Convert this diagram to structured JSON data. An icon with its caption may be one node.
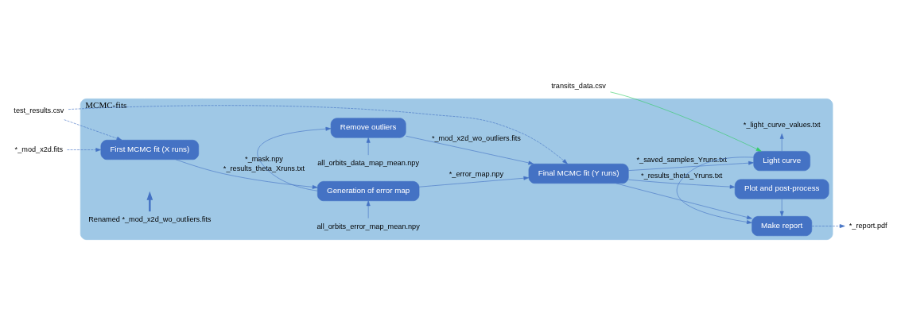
{
  "diagram": {
    "nodes": [
      {
        "text": [
          "MCMC-fits"
        ]
      },
      {
        "text": [
          "*_mod_x2d.fits"
        ]
      },
      {
        "text": [
          "test_results.csv"
        ]
      },
      {
        "text": [
          "transits_data.csv"
        ]
      },
      {
        "text": [
          "First MCMC fit (X runs)"
        ],
        "in": 0
      },
      {
        "text": [
          "Generation of error map"
        ],
        "in": 0
      },
      {
        "text": [
          "Remove outliers"
        ],
        "in": 0
      },
      {
        "text": [
          "Final MCMC fit (Y runs)"
        ],
        "in": 0
      },
      {
        "text": [
          "Plot and post-process"
        ],
        "in": 0
      },
      {
        "text": [
          "Make report"
        ],
        "in": 0
      },
      {
        "text": [
          "Light curve"
        ],
        "in": 0
      },
      {
        "text": [
          "all_orbits_error_map_mean.npy"
        ],
        "in": 0
      },
      {
        "text": [
          "all_orbits_data_map_mean.npy"
        ],
        "in": 0
      },
      {
        "text": [
          "*_report.pdf"
        ]
      },
      {
        "text": [
          "*_light_curve_values.txt"
        ],
        "in": 0
      },
      {
        "text": [
          "Renamed *_mod_x2d_wo_outliers.fits"
        ],
        "in": 0
      }
    ],
    "edges": [
      {
        "from": 1,
        "to": 4,
        "arrow": "to",
        "style": "dashed"
      },
      {
        "from": 2,
        "to": 4,
        "arrow": "to",
        "style": "dashed"
      },
      {
        "from": 2,
        "to": 7,
        "arrow": "to",
        "style": "dashed"
      },
      {
        "from": 4,
        "to": 5,
        "arrow": "to",
        "label": "*_results_theta_Xruns.txt"
      },
      {
        "from": 11,
        "to": 5,
        "arrow": "to"
      },
      {
        "from": 5,
        "to": 6,
        "arrow": "to",
        "label": "*_mask.npy"
      },
      {
        "from": 5,
        "to": 7,
        "arrow": "to",
        "label": "*_error_map.npy"
      },
      {
        "from": 12,
        "to": 6,
        "arrow": "to"
      },
      {
        "from": 6,
        "to": 7,
        "arrow": "to",
        "label": "*_mod_x2d_wo_outliers.fits"
      },
      {
        "from": 7,
        "to": 8,
        "arrow": "to",
        "label": "*_results_theta_Yruns.txt"
      },
      {
        "from": 7,
        "to": 9,
        "arrow": "to"
      },
      {
        "from": 7,
        "to": 10,
        "arrow": "to",
        "label": "*_saved_samples_Yruns.txt"
      },
      {
        "from": 8,
        "to": 9,
        "arrow": "to"
      },
      {
        "from": 10,
        "to": 9,
        "arrow": "to"
      },
      {
        "from": 9,
        "to": 13,
        "arrow": "to",
        "style": "dashed"
      },
      {
        "from": 10,
        "to": 14,
        "arrow": "to"
      },
      {
        "from": 3,
        "to": 10,
        "arrow": "to",
        "color": "#33cc66"
      },
      {
        "from": 15,
        "to": null,
        "arrow": "to",
        "style": "thick"
      }
    ]
  }
}
